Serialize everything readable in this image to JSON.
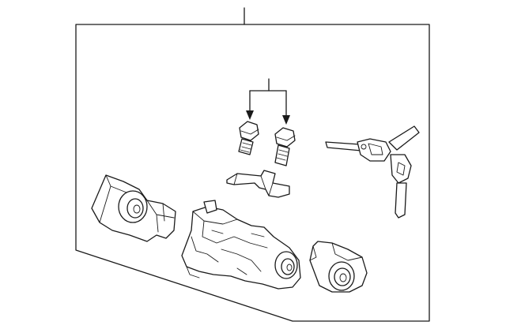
{
  "diagram": {
    "background": "#ffffff",
    "line_color": "#1a1a1a",
    "parts": [
      {
        "name": "ignition-switch-assembly-panel"
      },
      {
        "name": "bolt"
      },
      {
        "name": "bolt"
      },
      {
        "name": "bracket-clamp"
      },
      {
        "name": "key"
      },
      {
        "name": "ignition-switch"
      },
      {
        "name": "steering-lock-housing"
      },
      {
        "name": "lock-cylinder"
      }
    ]
  }
}
